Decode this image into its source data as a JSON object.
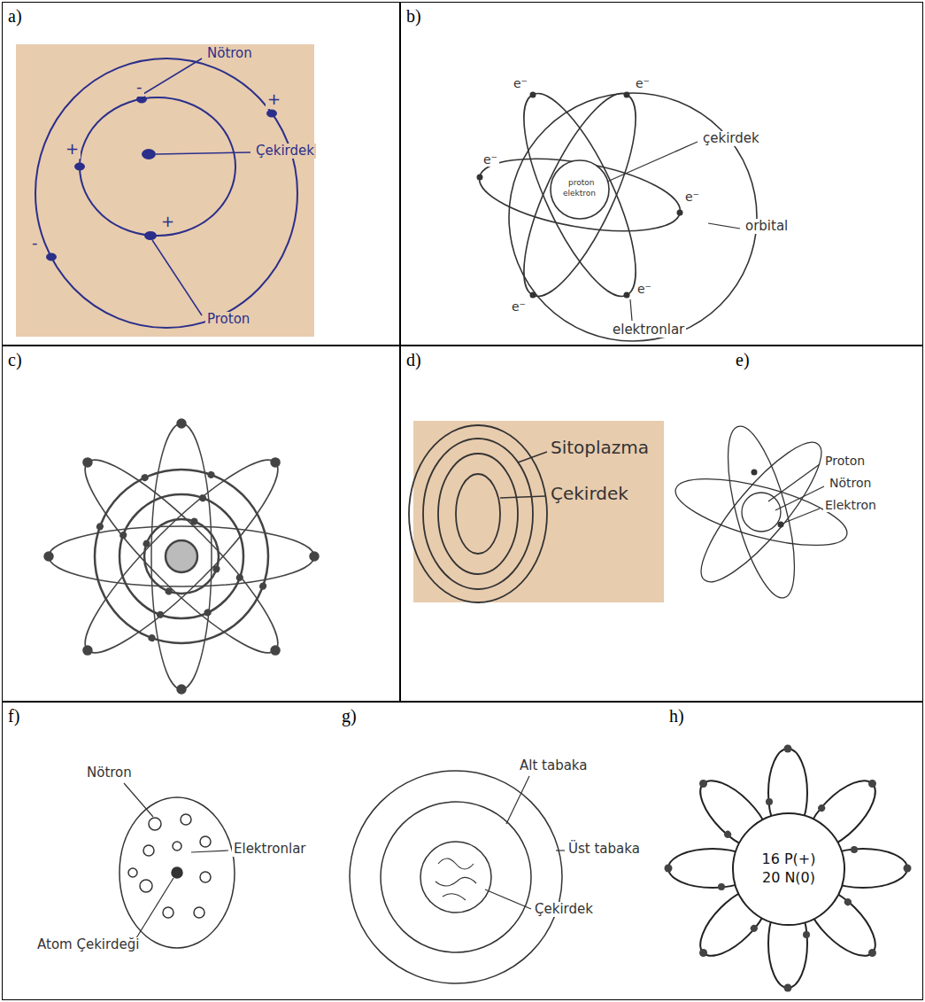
{
  "diagram": {
    "nodes": [
      {
        "text": [
          "a)"
        ]
      },
      {
        "text": [
          "b)"
        ]
      },
      {
        "text": [
          "c)"
        ]
      },
      {
        "text": [
          "d)",
          "e)"
        ]
      },
      {
        "text": [
          "f)",
          "g)",
          "h)"
        ]
      },
      {
        "text": [
          "16 P(+)",
          "20 N(0)"
        ],
        "in": 4
      }
    ],
    "labels": [
      "Nötron",
      "Çekirdek",
      "Proton",
      "-",
      "+",
      "+",
      "+",
      "-",
      "e⁻",
      "e⁻",
      "e⁻",
      "e⁻",
      "e⁻",
      "e⁻",
      "proton",
      "elektron",
      "çekirdek",
      "orbital",
      "elektronlar",
      "Sitoplazma",
      "Çekirdek",
      "Proton",
      "Nötron",
      "Elektron",
      "Nötron",
      "Elektronlar",
      "Atom Çekirdeği",
      "Alt tabaka",
      "Üst tabaka",
      "Çekirdek"
    ]
  }
}
